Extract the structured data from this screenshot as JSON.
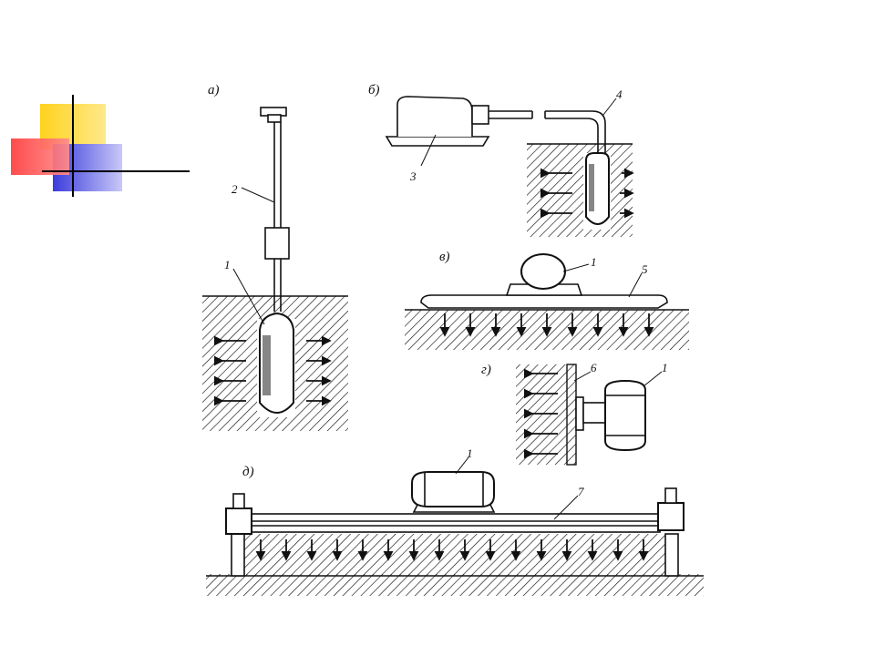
{
  "slide": {
    "background": "#ffffff",
    "accent_colors": {
      "yellow": "#ffd21e",
      "red": "#ff3c3c",
      "blue": "#3c3cdc",
      "line": "#000000"
    }
  },
  "diagram": {
    "ink_color": "#111111",
    "panels": [
      {
        "letter": "а)",
        "description_icon": "internal-depth-vibrator"
      },
      {
        "letter": "б)",
        "description_icon": "flexible-shaft-vibrator"
      },
      {
        "letter": "в)",
        "description_icon": "surface-vibrator"
      },
      {
        "letter": "г)",
        "description_icon": "formwork-external-vibrator"
      },
      {
        "letter": "д)",
        "description_icon": "vibrating-screed"
      }
    ],
    "callouts": {
      "a_1": "1",
      "a_2": "2",
      "b_3": "3",
      "b_4": "4",
      "v_1": "1",
      "v_5": "5",
      "g_6": "6",
      "g_1": "1",
      "d_1": "1",
      "d_7": "7"
    }
  }
}
